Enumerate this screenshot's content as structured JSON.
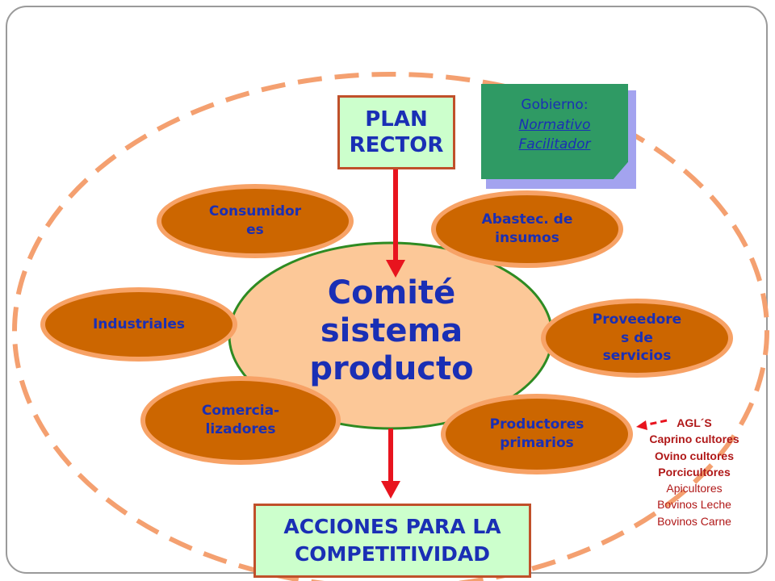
{
  "plan_rector": {
    "line1": "PLAN",
    "line2": "RECTOR"
  },
  "gobierno": {
    "title": "Gobierno:",
    "line1": " Normativo",
    "line2": " Facilitador"
  },
  "center": {
    "line1": "Comité",
    "line2": "sistema",
    "line3": "producto"
  },
  "actors": {
    "consumidores": {
      "line1": "Consumidor",
      "line2": "es"
    },
    "abastec": {
      "line1": "Abastec. de",
      "line2": "insumos"
    },
    "industriales": {
      "line1": "Industriales"
    },
    "proveedores": {
      "line1": "Proveedore",
      "line2": "s de",
      "line3": "servicios"
    },
    "comercializadores": {
      "line1": "Comercia-",
      "line2": "lizadores"
    },
    "productores": {
      "line1": "Productores",
      "line2": "primarios"
    }
  },
  "acciones": {
    "line1": "ACCIONES PARA LA",
    "line2": "COMPETITIVIDAD"
  },
  "agls": {
    "title": "AGL´S",
    "bold_items": [
      "Caprino cultores",
      "Ovino cultores",
      "Porcicultores"
    ],
    "items": [
      "Apicultores",
      "Bovinos Leche",
      "Bovinos Carne"
    ]
  },
  "colors": {
    "plan_fill": "#ccffcc",
    "box_border": "#c0502a",
    "text_blue": "#1a2fb5",
    "pill_fill": "#cc6600",
    "pill_border": "#f7a266",
    "center_fill": "#fcc898",
    "center_border": "#2e8b22",
    "arrow_red": "#e8141e",
    "dash_orange": "#f4a070",
    "note_green": "#2f9a64",
    "agl_red": "#b01818"
  }
}
